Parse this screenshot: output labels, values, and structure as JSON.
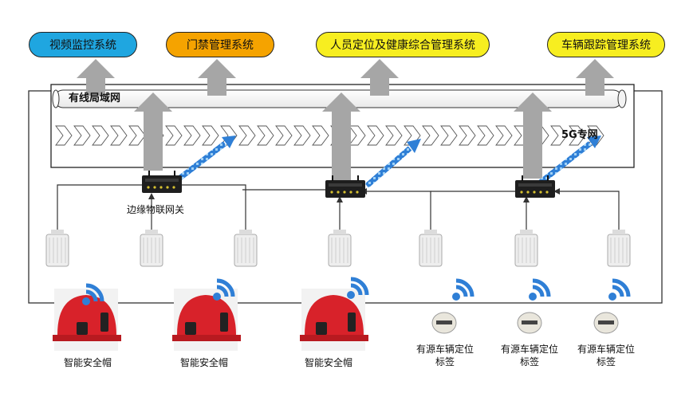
{
  "systems": [
    {
      "label": "视频监控系统",
      "color": "#1fa6e0"
    },
    {
      "label": "门禁管理系统",
      "color": "#f5a300"
    },
    {
      "label": "人员定位及健康综合管理系统",
      "color": "#f7ee20"
    },
    {
      "label": "车辆跟踪管理系统",
      "color": "#f7ee20"
    }
  ],
  "wired_network_label": "有线局域网",
  "network_5g_label": "5G专网",
  "gateway_label": "边缘物联网关",
  "helmet_label": "智能安全帽",
  "vehicle_tag_label": "有源车辆定位标签",
  "colors": {
    "arrow_gray": "#a6a6a6",
    "wifi_blue": "#2f7fd6",
    "helmet_red": "#d8222a",
    "line": "#333333"
  }
}
